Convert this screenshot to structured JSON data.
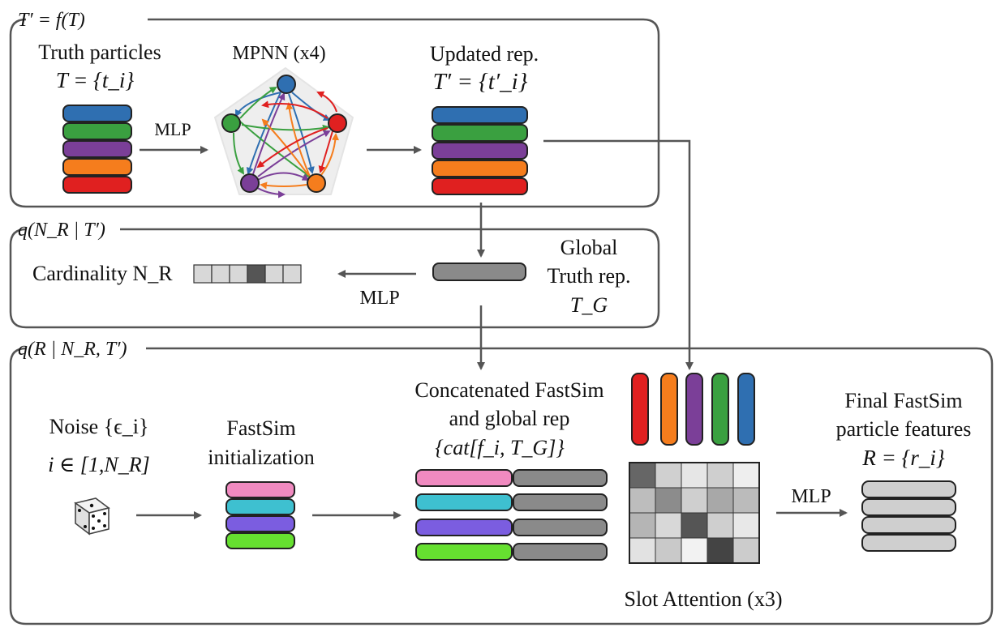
{
  "panels": {
    "top": {
      "title": "T′ = f(T)"
    },
    "middle": {
      "title": "q(N_R | T′)"
    },
    "bottom": {
      "title": "q(R | N_R, T′)"
    }
  },
  "top": {
    "truth_label": "Truth particles",
    "truth_math": "T = {t_i}",
    "mlp_label": "MLP",
    "mpnn_label": "MPNN (x4)",
    "updated_label": "Updated rep.",
    "updated_math": "T′ = {t′_i}"
  },
  "middle": {
    "cardinality_label": "Cardinality N_R",
    "mlp_label": "MLP",
    "global_line1": "Global",
    "global_line2": "Truth rep.",
    "global_math": "T_G"
  },
  "bottom": {
    "noise_label": "Noise {ϵ_i}",
    "noise_range": "i ∈ [1,N_R]",
    "init_line1": "FastSim",
    "init_line2": "initialization",
    "concat_line1": "Concatenated FastSim",
    "concat_line2": "and global rep",
    "concat_math": "{cat[f_i, T_G]}",
    "mlp_label": "MLP",
    "slot_label": "Slot Attention (x3)",
    "final_line1": "Final FastSim",
    "final_line2": "particle features",
    "final_math": "R = {r_i}"
  },
  "colors": {
    "truth_bars": [
      "#2f6fb1",
      "#3aa040",
      "#7b3f98",
      "#f57d1d",
      "#e02020"
    ],
    "fastsim_bars": [
      "#f08ac0",
      "#3ec0d0",
      "#7b5de0",
      "#66e030"
    ],
    "global_rep": "#8a8a8a",
    "output_bars": "#cfcfcf",
    "slot_bars": [
      "#e02020",
      "#f57d1d",
      "#7b3f98",
      "#3aa040",
      "#2f6fb1"
    ]
  },
  "icons": {
    "dice": "dice-icon"
  }
}
